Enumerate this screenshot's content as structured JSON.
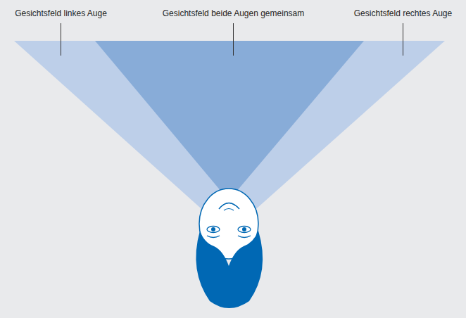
{
  "diagram": {
    "labels": [
      "Gesichtsfeld linkes Auge",
      "Gesichtsfeld beide Augen gemeinsam",
      "Gesichtsfeld rechtes Auge"
    ]
  }
}
